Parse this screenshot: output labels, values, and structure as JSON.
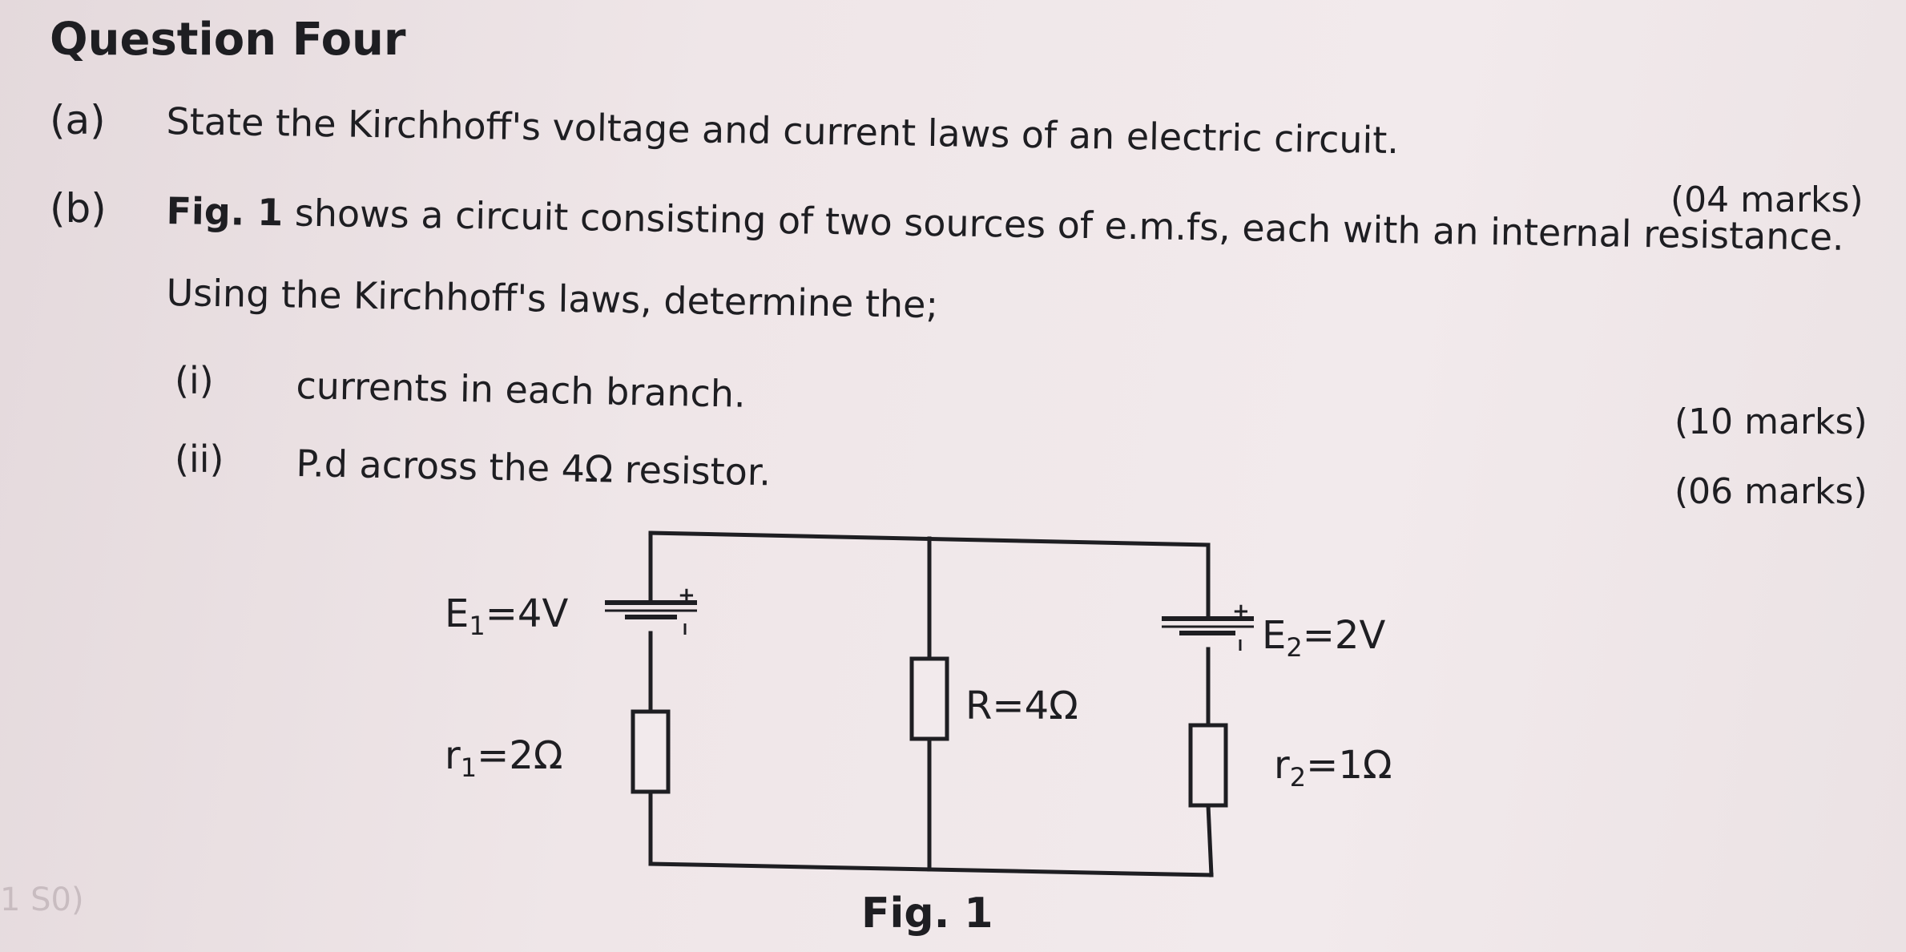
{
  "question": {
    "title": "Question Four",
    "part_a": {
      "label": "(a)",
      "text": "State the Kirchhoff's voltage and current laws of an electric circuit.",
      "marks": "(04 marks)"
    },
    "part_b": {
      "label": "(b)",
      "fig_ref": "Fig. 1",
      "text_line1": " shows a circuit consisting of two sources of e.m.fs, each with an internal resistance.",
      "text_line2": "Using the Kirchhoff's laws, determine the;",
      "sub_i": {
        "label": "(i)",
        "text": "currents in each branch.",
        "marks": "(10 marks)"
      },
      "sub_ii": {
        "label": "(ii)",
        "text": "P.d across the 4Ω resistor.",
        "marks": "(06 marks)"
      }
    }
  },
  "circuit": {
    "e1": {
      "symbol": "E",
      "sub": "1",
      "value": "=4V"
    },
    "r1": {
      "symbol": "r",
      "sub": "1",
      "value": "=2Ω"
    },
    "r": {
      "label": "R=4Ω"
    },
    "e2": {
      "symbol": "E",
      "sub": "2",
      "value": "=2V"
    },
    "r2": {
      "symbol": "r",
      "sub": "2",
      "value": "=1Ω"
    },
    "plus": "+",
    "caption": "Fig. 1"
  }
}
